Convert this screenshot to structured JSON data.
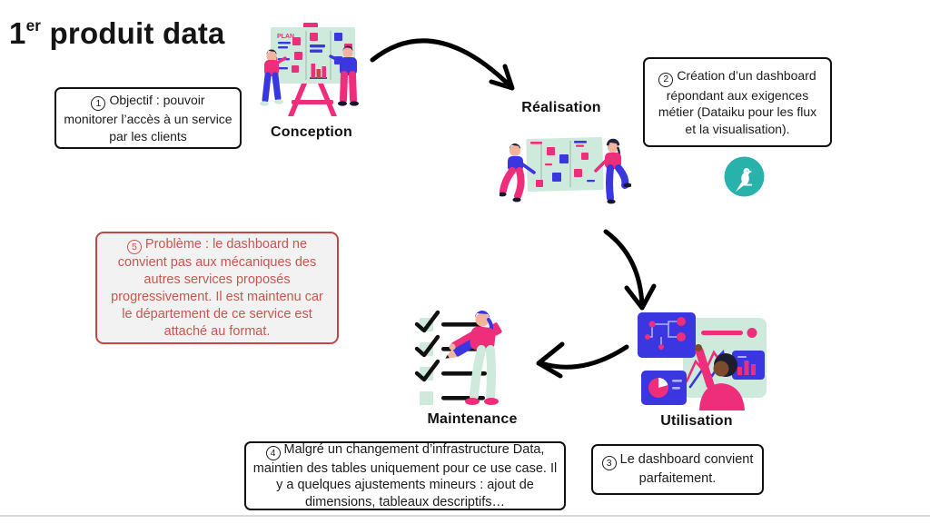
{
  "title": {
    "prefix": "1",
    "sup": "er",
    "rest": " produit data"
  },
  "stages": [
    {
      "id": "conception",
      "label": "Conception"
    },
    {
      "id": "realisation",
      "label": "Réalisation"
    },
    {
      "id": "utilisation",
      "label": "Utilisation"
    },
    {
      "id": "maintenance",
      "label": "Maintenance"
    }
  ],
  "notes": [
    {
      "number": "1",
      "text": "Objectif : pouvoir monitorer l’accès à un service par les clients",
      "variant": "default"
    },
    {
      "number": "2",
      "text": "Création d’un dashboard répondant aux exigences métier (Dataiku pour les flux et la visualisation).",
      "variant": "default"
    },
    {
      "number": "3",
      "text": "Le dashboard convient parfaitement.",
      "variant": "default"
    },
    {
      "number": "4",
      "text": "Malgré un changement d’infrastructure Data, maintien des tables uniquement pour ce use case. Il y a quelques ajustements mineurs : ajout de dimensions, tableaux descriptifs…",
      "variant": "default"
    },
    {
      "number": "5",
      "text": "Problème : le dashboard ne convient pas aux mécaniques des autres services proposés progressivement. Il est maintenu car le département de ce service est attaché au format.",
      "variant": "alert"
    }
  ],
  "icons": {
    "dataiku_logo": "teal circle with white bird",
    "arrows": [
      "conception-to-realisation",
      "realisation-to-utilisation",
      "utilisation-to-maintenance"
    ]
  },
  "colors": {
    "accent_pink": "#ef2e7b",
    "accent_blue": "#3a36e0",
    "mint": "#cdeadd",
    "teal_logo": "#29b1ab",
    "alert_red_text": "#c9564f",
    "alert_red_border": "#bf4a44",
    "alert_bg": "#f2f2f2",
    "box_border": "#111111",
    "divider": "#d9d9d9"
  }
}
